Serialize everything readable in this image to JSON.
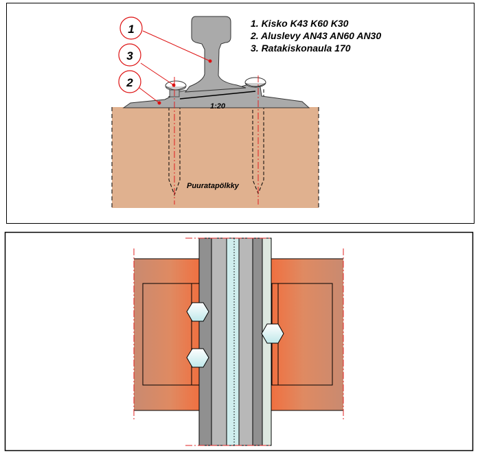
{
  "legend": [
    {
      "label": "1. Kisko  K43  K60  K30"
    },
    {
      "label": "2. Aluslevy  AN43  AN60  AN30"
    },
    {
      "label": "3. Ratakiskonaula 170"
    }
  ],
  "callouts": [
    {
      "number": "1"
    },
    {
      "number": "3"
    },
    {
      "number": "2"
    }
  ],
  "incline_label": "1:20",
  "sleeper_label": "Puuratapölkky",
  "colors": {
    "sleeper_side": "#e0b18f",
    "rail_gray": "#aaaaaa",
    "callout_red": "#dd1111",
    "centerline_red": "#e02020",
    "sleeper_plan": "#d98a6a",
    "sleeper_plan_dark": "#f07040",
    "rail_plan_cyan": "#cfeeee"
  },
  "icons": {
    "rail": "rail-profile-icon",
    "spike": "spike-icon",
    "base_plate": "base-plate-icon"
  }
}
